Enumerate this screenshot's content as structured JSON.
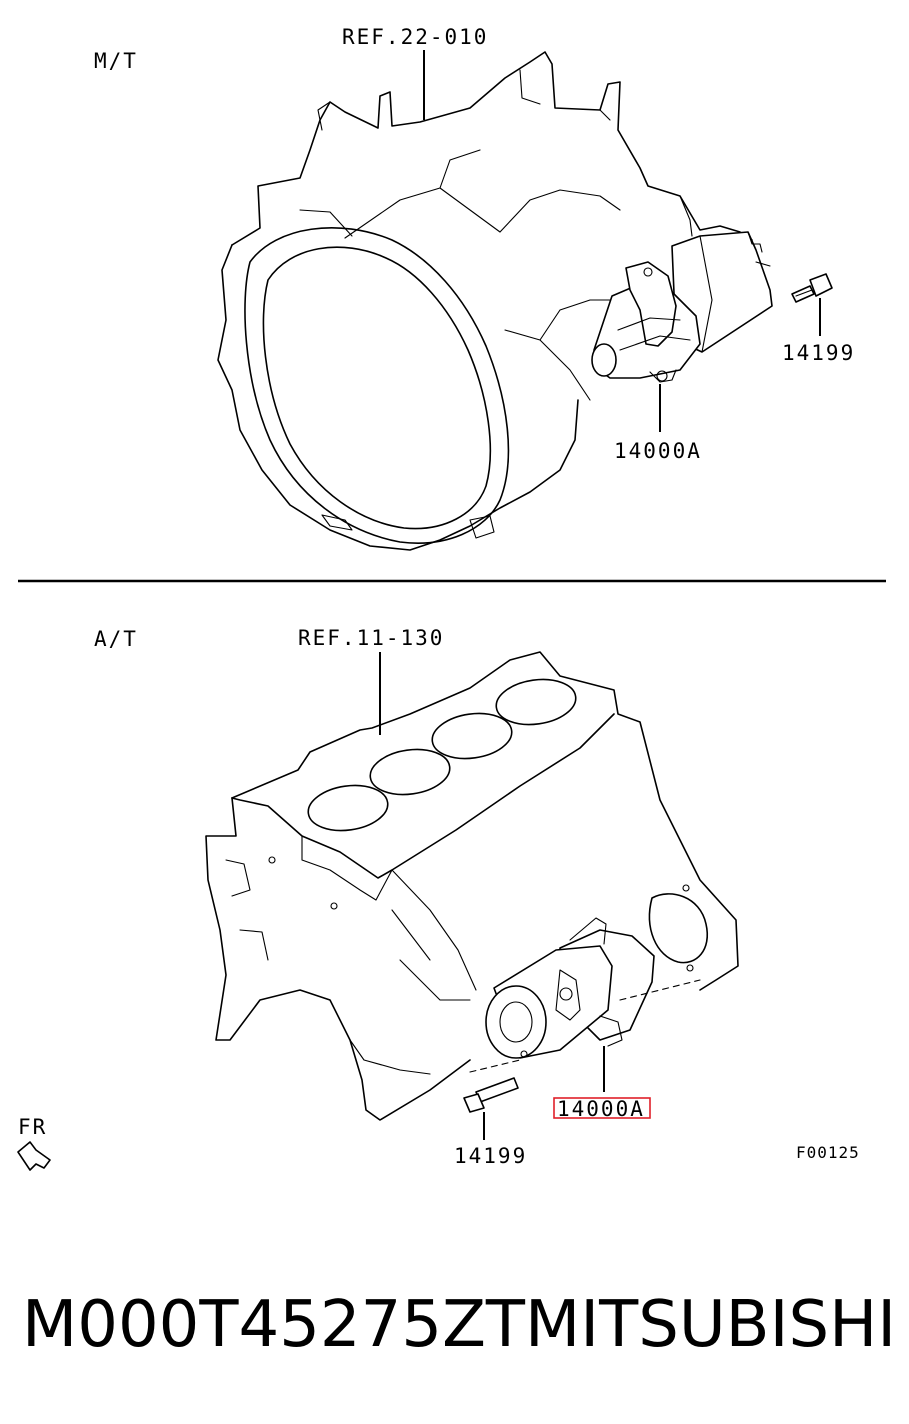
{
  "manual_label": "M/T",
  "auto_label": "A/T",
  "ref_mt": "REF.22-010",
  "ref_at": "REF.11-130",
  "part_starter": "14000A",
  "part_bolt": "14199",
  "front_label": "FR",
  "figure_code": "F00125",
  "highlight_color": "#e0202a",
  "part_number": "M000T45275ZT",
  "brand": "MITSUBISHI"
}
